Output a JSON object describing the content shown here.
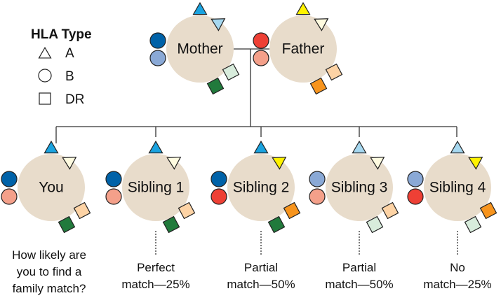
{
  "legend": {
    "title": "HLA Type",
    "items": [
      {
        "shape": "triangle",
        "label": "A"
      },
      {
        "shape": "circle",
        "label": "B"
      },
      {
        "shape": "square",
        "label": "DR"
      }
    ]
  },
  "colors": {
    "body": "#e8dccb",
    "stroke": "#222222",
    "line": "#333333"
  },
  "parents": [
    {
      "id": "mother",
      "label": "Mother",
      "A": [
        "#1aa3e0",
        "#a6d8f0"
      ],
      "B": [
        "#0062a8",
        "#8aa9d6"
      ],
      "DR": [
        "#d8ecdc",
        "#217a3c"
      ]
    },
    {
      "id": "father",
      "label": "Father",
      "A": [
        "#fff200",
        "#fffbe0"
      ],
      "B": [
        "#ee4035",
        "#f4a08a"
      ],
      "DR": [
        "#fdd3a5",
        "#f7941d"
      ]
    }
  ],
  "children": [
    {
      "id": "you",
      "label": "You",
      "A": [
        "#1aa3e0",
        "#fffbe0"
      ],
      "B": [
        "#0062a8",
        "#f4a08a"
      ],
      "DR": [
        "#fdd3a5",
        "#217a3c"
      ],
      "caption": [
        "How likely are",
        "you to find a",
        "family match?"
      ]
    },
    {
      "id": "sibling-1",
      "label": "Sibling 1",
      "A": [
        "#1aa3e0",
        "#fffbe0"
      ],
      "B": [
        "#0062a8",
        "#f4a08a"
      ],
      "DR": [
        "#fdd3a5",
        "#217a3c"
      ],
      "caption": [
        "Perfect",
        "match—25%"
      ]
    },
    {
      "id": "sibling-2",
      "label": "Sibling 2",
      "A": [
        "#1aa3e0",
        "#fff200"
      ],
      "B": [
        "#0062a8",
        "#ee4035"
      ],
      "DR": [
        "#f7941d",
        "#217a3c"
      ],
      "caption": [
        "Partial",
        "match—50%"
      ]
    },
    {
      "id": "sibling-3",
      "label": "Sibling 3",
      "A": [
        "#a6d8f0",
        "#fffbe0"
      ],
      "B": [
        "#8aa9d6",
        "#f4a08a"
      ],
      "DR": [
        "#fdd3a5",
        "#d8ecdc"
      ],
      "caption": [
        "Partial",
        "match—50%"
      ]
    },
    {
      "id": "sibling-4",
      "label": "Sibling 4",
      "A": [
        "#a6d8f0",
        "#fff200"
      ],
      "B": [
        "#8aa9d6",
        "#ee4035"
      ],
      "DR": [
        "#f7941d",
        "#d8ecdc"
      ],
      "caption": [
        "No",
        "match—25%"
      ]
    }
  ]
}
